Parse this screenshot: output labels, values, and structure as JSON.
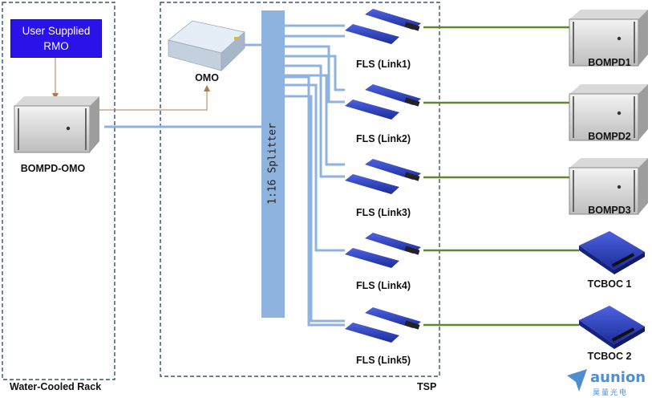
{
  "containers": {
    "rack_label": "Water-Cooled Rack",
    "tsp_label": "TSP"
  },
  "rmo": {
    "line1": "User Supplied",
    "line2": "RMO"
  },
  "bompd_omo": {
    "label": "BOMPD-OMO"
  },
  "omo": {
    "label": "OMO"
  },
  "splitter": {
    "label": "1:16 Splitter"
  },
  "fls_units": [
    {
      "label": "FLS (Link1)"
    },
    {
      "label": "FLS (Link2)"
    },
    {
      "label": "FLS (Link3)"
    },
    {
      "label": "FLS (Link4)"
    },
    {
      "label": "FLS (Link5)"
    }
  ],
  "receivers": [
    {
      "label": "BOMPD1",
      "kind": "rack-unit"
    },
    {
      "label": "BOMPD2",
      "kind": "rack-unit"
    },
    {
      "label": "BOMPD3",
      "kind": "rack-unit"
    },
    {
      "label": "TCBOC 1",
      "kind": "blue-box"
    },
    {
      "label": "TCBOC 2",
      "kind": "blue-box"
    }
  ],
  "logo": {
    "name": "aunion",
    "subtitle": "昊量光电"
  },
  "colors": {
    "fiber_blue": "#8fb3df",
    "fiber_green": "#5b8a2e",
    "rmo_link": "#b3784e",
    "rmo_box": "#2b12e8",
    "device_blue": "#2a3dc0",
    "dashed_border": "#3a5272"
  }
}
